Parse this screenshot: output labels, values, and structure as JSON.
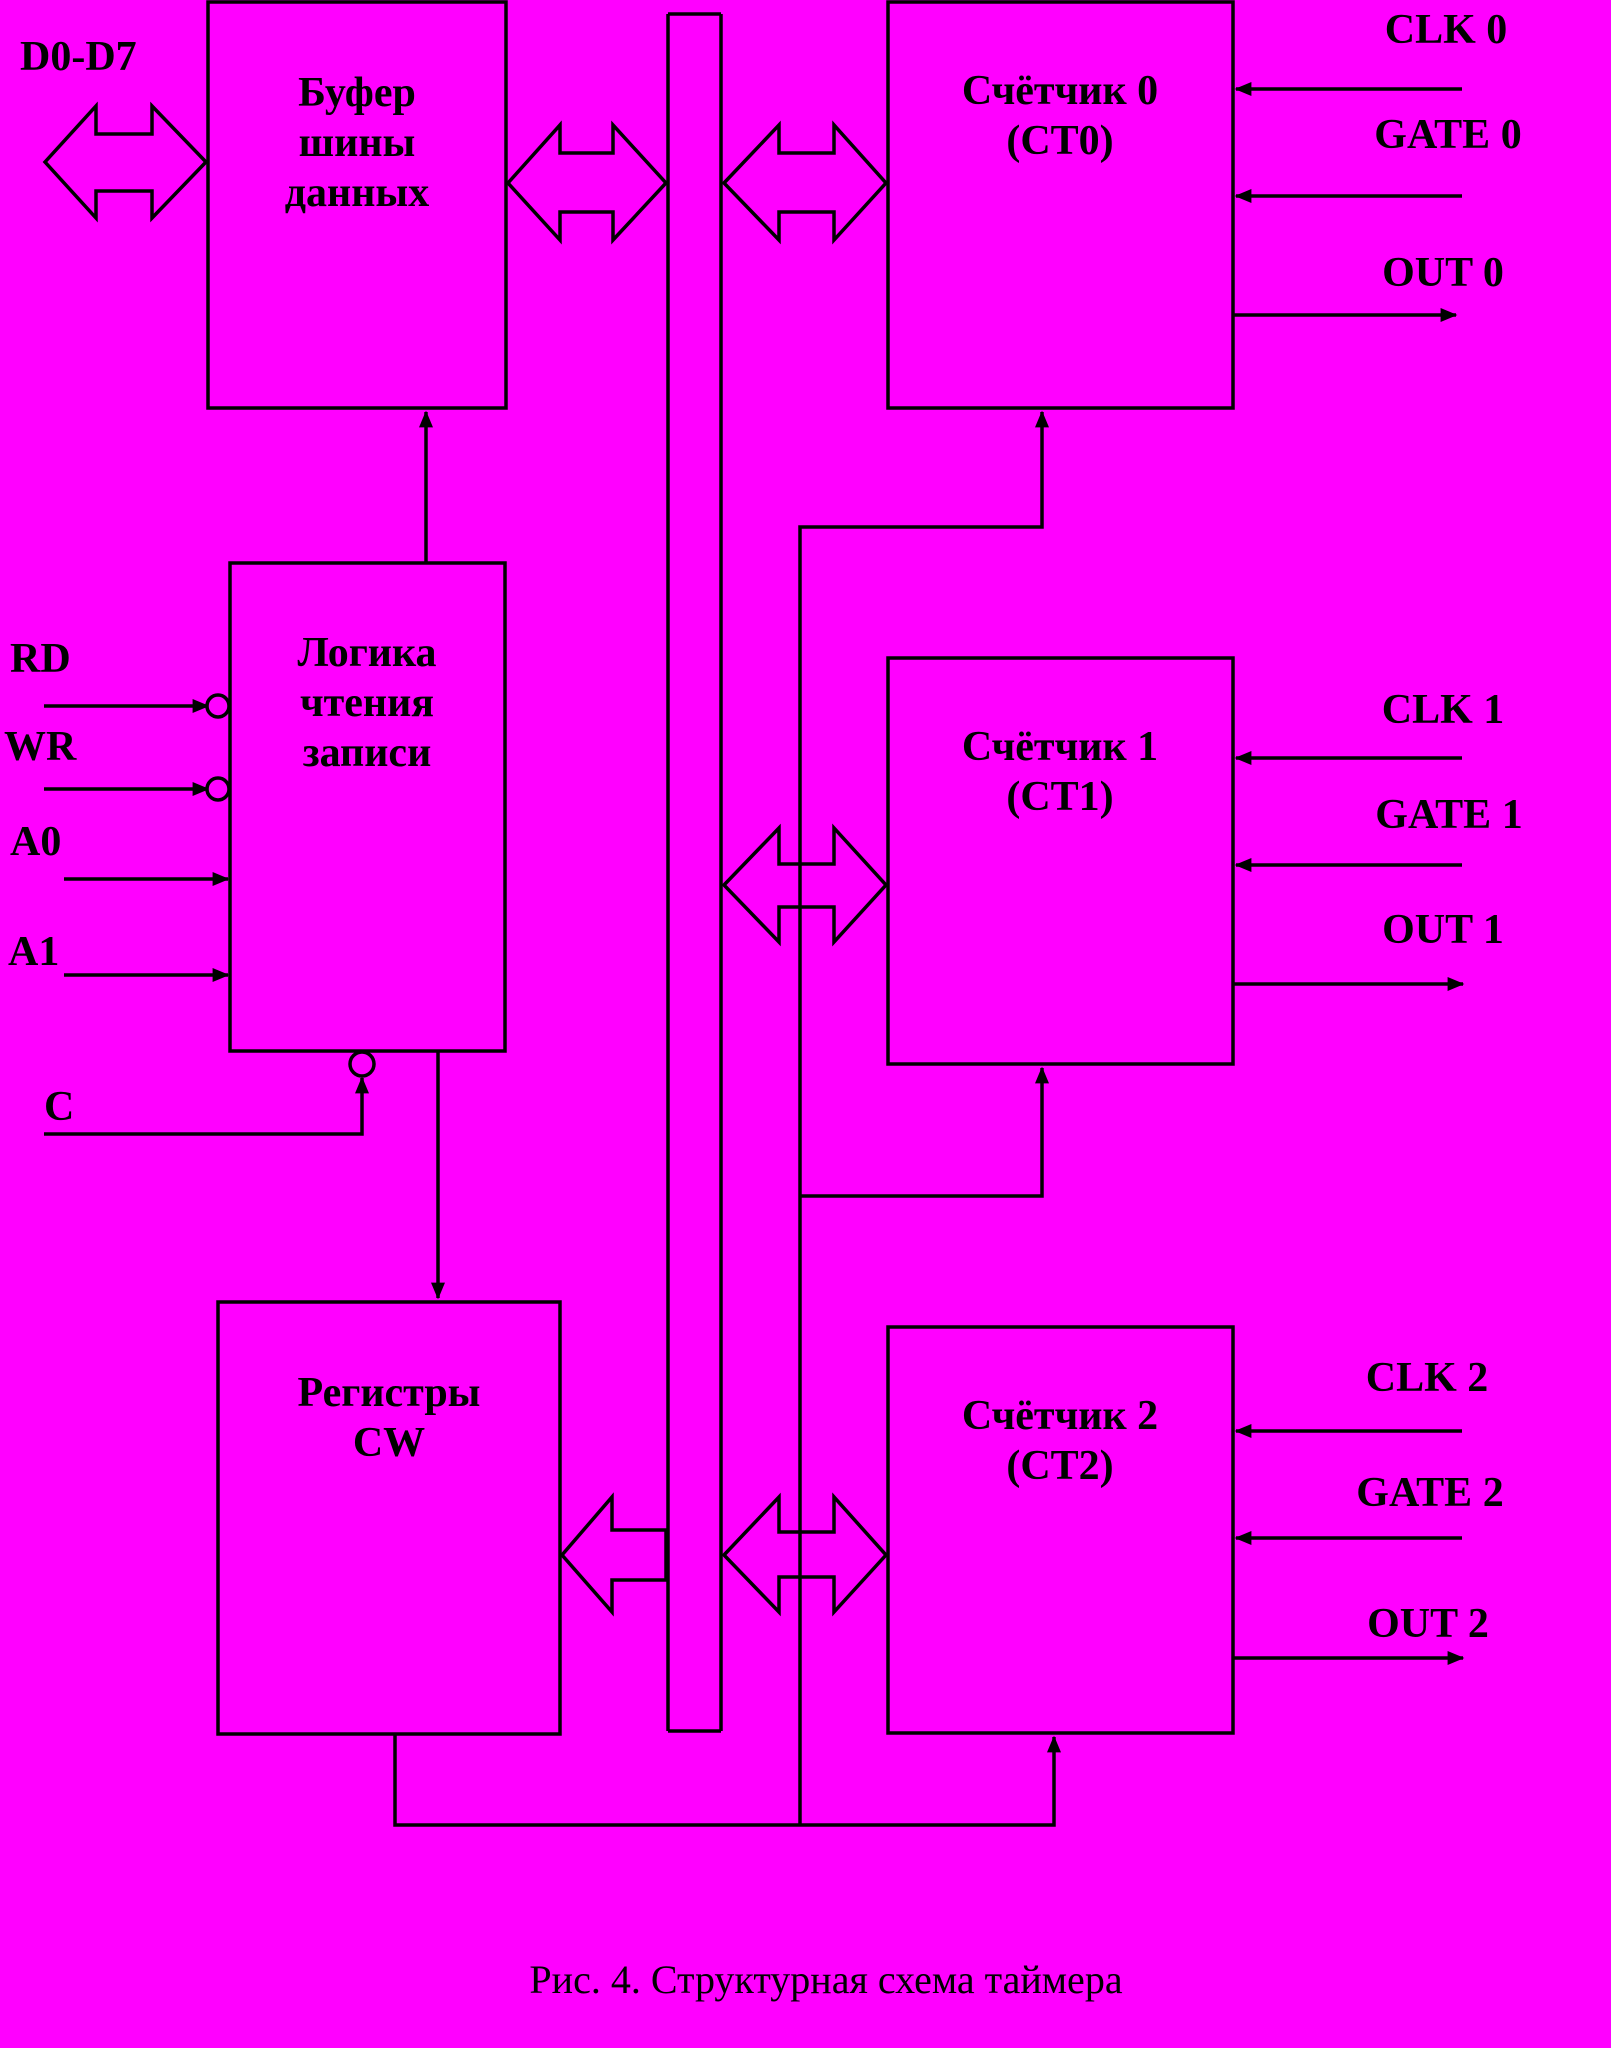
{
  "colors": {
    "background": "#FF00FF",
    "ink": "#000000"
  },
  "blocks": {
    "buffer": {
      "lines": [
        "Буфер",
        "шины",
        "данных"
      ]
    },
    "rw_logic": {
      "lines": [
        "Логика",
        "чтения",
        "записи"
      ]
    },
    "registers": {
      "lines": [
        "Регистры",
        "CW"
      ]
    },
    "counter0": {
      "lines": [
        "Счётчик 0",
        "(СТ0)"
      ]
    },
    "counter1": {
      "lines": [
        "Счётчик 1",
        "(СТ1)"
      ]
    },
    "counter2": {
      "lines": [
        "Счётчик 2",
        "(СТ2)"
      ]
    }
  },
  "signals": {
    "data_bus": "D0-D7",
    "rd": "RD",
    "wr": "WR",
    "a0": "A0",
    "a1": "A1",
    "c": "C",
    "clk0": "CLK 0",
    "gate0": "GATE 0",
    "out0": "OUT 0",
    "clk1": "CLK 1",
    "gate1": "GATE 1",
    "out1": "OUT 1",
    "clk2": "CLK 2",
    "gate2": "GATE 2",
    "out2": "OUT 2"
  },
  "caption": "Рис. 4.  Структурная схема таймера"
}
